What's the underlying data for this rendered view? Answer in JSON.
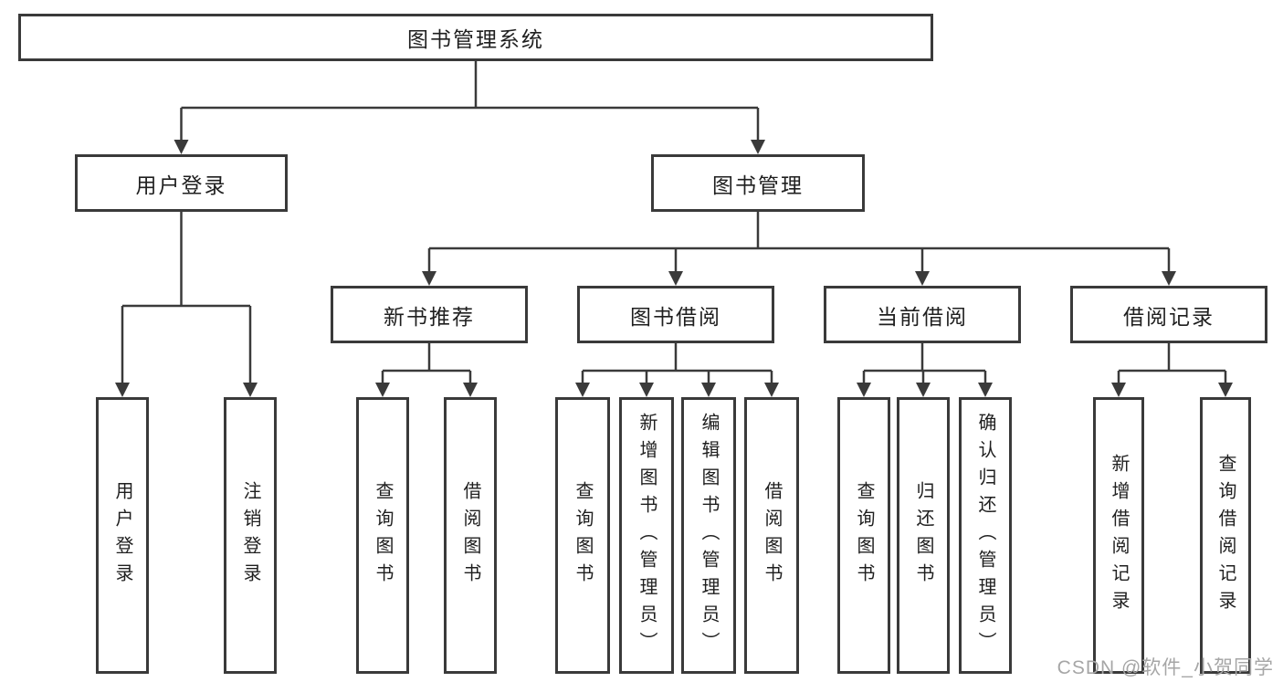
{
  "diagram": {
    "root": {
      "label": "图书管理系统"
    },
    "branches": [
      {
        "label": "用户登录",
        "children": [
          {
            "label": "用户登录"
          },
          {
            "label": "注销登录"
          }
        ]
      },
      {
        "label": "图书管理",
        "sections": [
          {
            "label": "新书推荐",
            "children": [
              {
                "label": "查询图书"
              },
              {
                "label": "借阅图书"
              }
            ]
          },
          {
            "label": "图书借阅",
            "children": [
              {
                "label": "查询图书"
              },
              {
                "label": "新增图书（管理员）"
              },
              {
                "label": "编辑图书（管理员）"
              },
              {
                "label": "借阅图书"
              }
            ]
          },
          {
            "label": "当前借阅",
            "children": [
              {
                "label": "查询图书"
              },
              {
                "label": "归还图书"
              },
              {
                "label": "确认归还（管理员）"
              }
            ]
          },
          {
            "label": "借阅记录",
            "children": [
              {
                "label": "新增借阅记录"
              },
              {
                "label": "查询借阅记录"
              }
            ]
          }
        ]
      }
    ]
  },
  "watermark": {
    "text": "CSDN @软件_小贺同学"
  },
  "colors": {
    "line": "#3a3a3a",
    "text": "#1f1f1f",
    "watermark": "#a6a6a6"
  }
}
